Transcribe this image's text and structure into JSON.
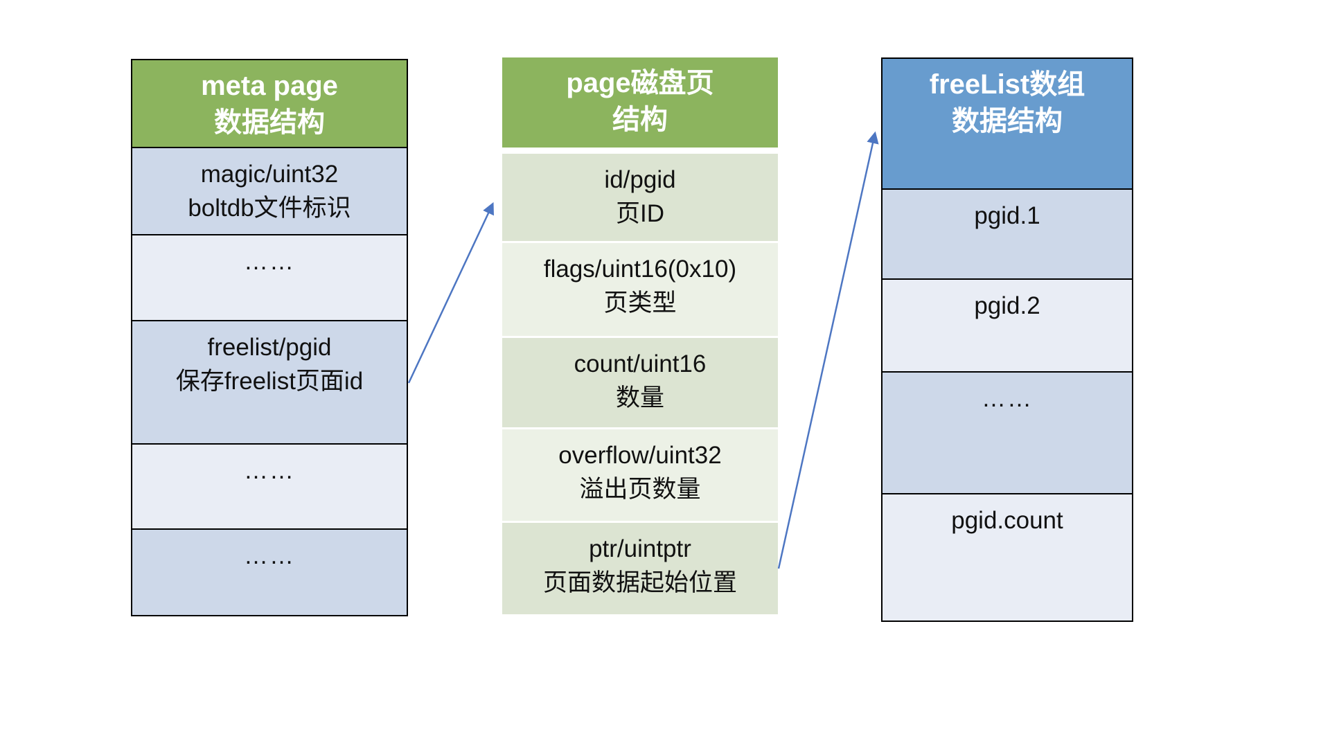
{
  "colors": {
    "green_header": "#8cb45e",
    "blue_header": "#689cce",
    "blue_row_dark": "#cdd8e9",
    "blue_row_light": "#e9edf5",
    "sage_row_dark": "#dce4d2",
    "sage_row_light": "#ecf1e6",
    "table_border": "#000000",
    "arrow": "#4d76c2"
  },
  "meta_table": {
    "title_line1": "meta page",
    "title_line2": "数据结构",
    "rows": [
      {
        "line1": "magic/uint32",
        "line2": "boltdb文件标识"
      },
      {
        "line1": "……"
      },
      {
        "line1": "freelist/pgid",
        "line2": "保存freelist页面id"
      },
      {
        "line1": "……"
      },
      {
        "line1": "……"
      }
    ]
  },
  "page_table": {
    "title_line1": "page磁盘页",
    "title_line2": "结构",
    "rows": [
      {
        "line1": "id/pgid",
        "line2": "页ID"
      },
      {
        "line1": "flags/uint16(0x10)",
        "line2": "页类型"
      },
      {
        "line1": "count/uint16",
        "line2": "数量"
      },
      {
        "line1": "overflow/uint32",
        "line2": "溢出页数量"
      },
      {
        "line1": "ptr/uintptr",
        "line2": "页面数据起始位置"
      }
    ]
  },
  "freelist_table": {
    "title_line1": "freeList数组",
    "title_line2": "数据结构",
    "rows": [
      {
        "line1": "pgid.1"
      },
      {
        "line1": "pgid.2"
      },
      {
        "line1": "……"
      },
      {
        "line1": "pgid.count"
      }
    ]
  }
}
